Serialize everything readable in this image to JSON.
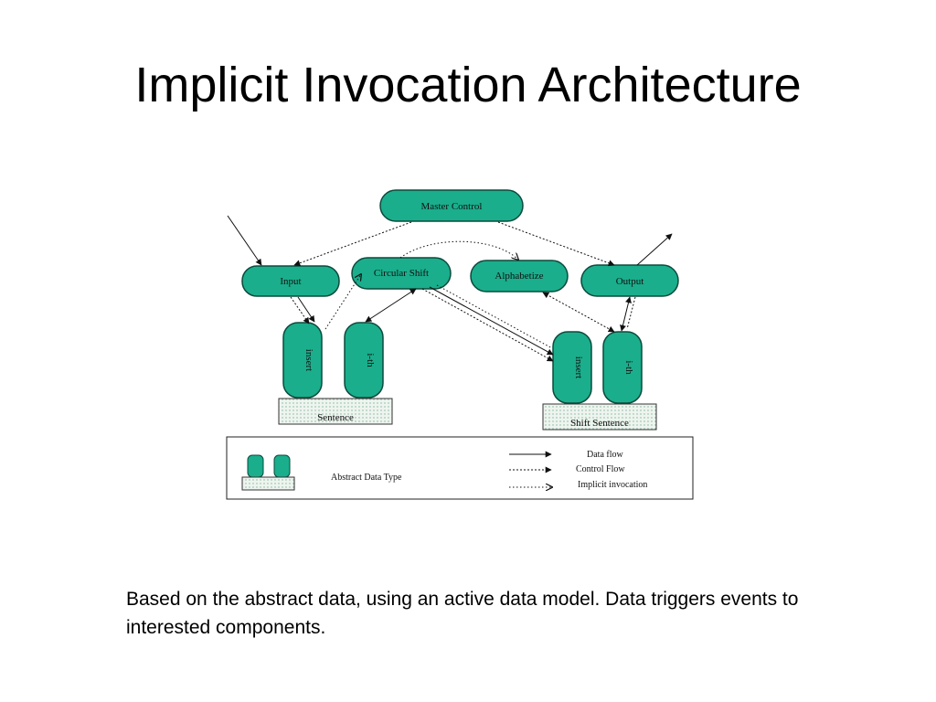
{
  "title": "Implicit Invocation Architecture",
  "caption": "Based on the abstract data, using an active data model.  Data triggers events to interested components.",
  "colors": {
    "component_fill": "#1aae8c",
    "component_stroke": "#0c4a3c",
    "store_fill": "#dde8e0"
  },
  "diagram": {
    "modules": {
      "master_control": "Master Control",
      "input": "Input",
      "circular_shift": "Circular Shift",
      "alphabetize": "Alphabetize",
      "output": "Output"
    },
    "ops": {
      "insert_left": "insert",
      "ith_left": "i-th",
      "insert_right": "insert",
      "ith_right": "i-th"
    },
    "stores": {
      "sentence": "Sentence",
      "shift_sentence": "Shift Sentence"
    },
    "legend": {
      "adt": "Abstract Data Type",
      "data_flow": "Data flow",
      "control_flow": "Control Flow",
      "implicit_invocation": "Implicit invocation"
    }
  }
}
